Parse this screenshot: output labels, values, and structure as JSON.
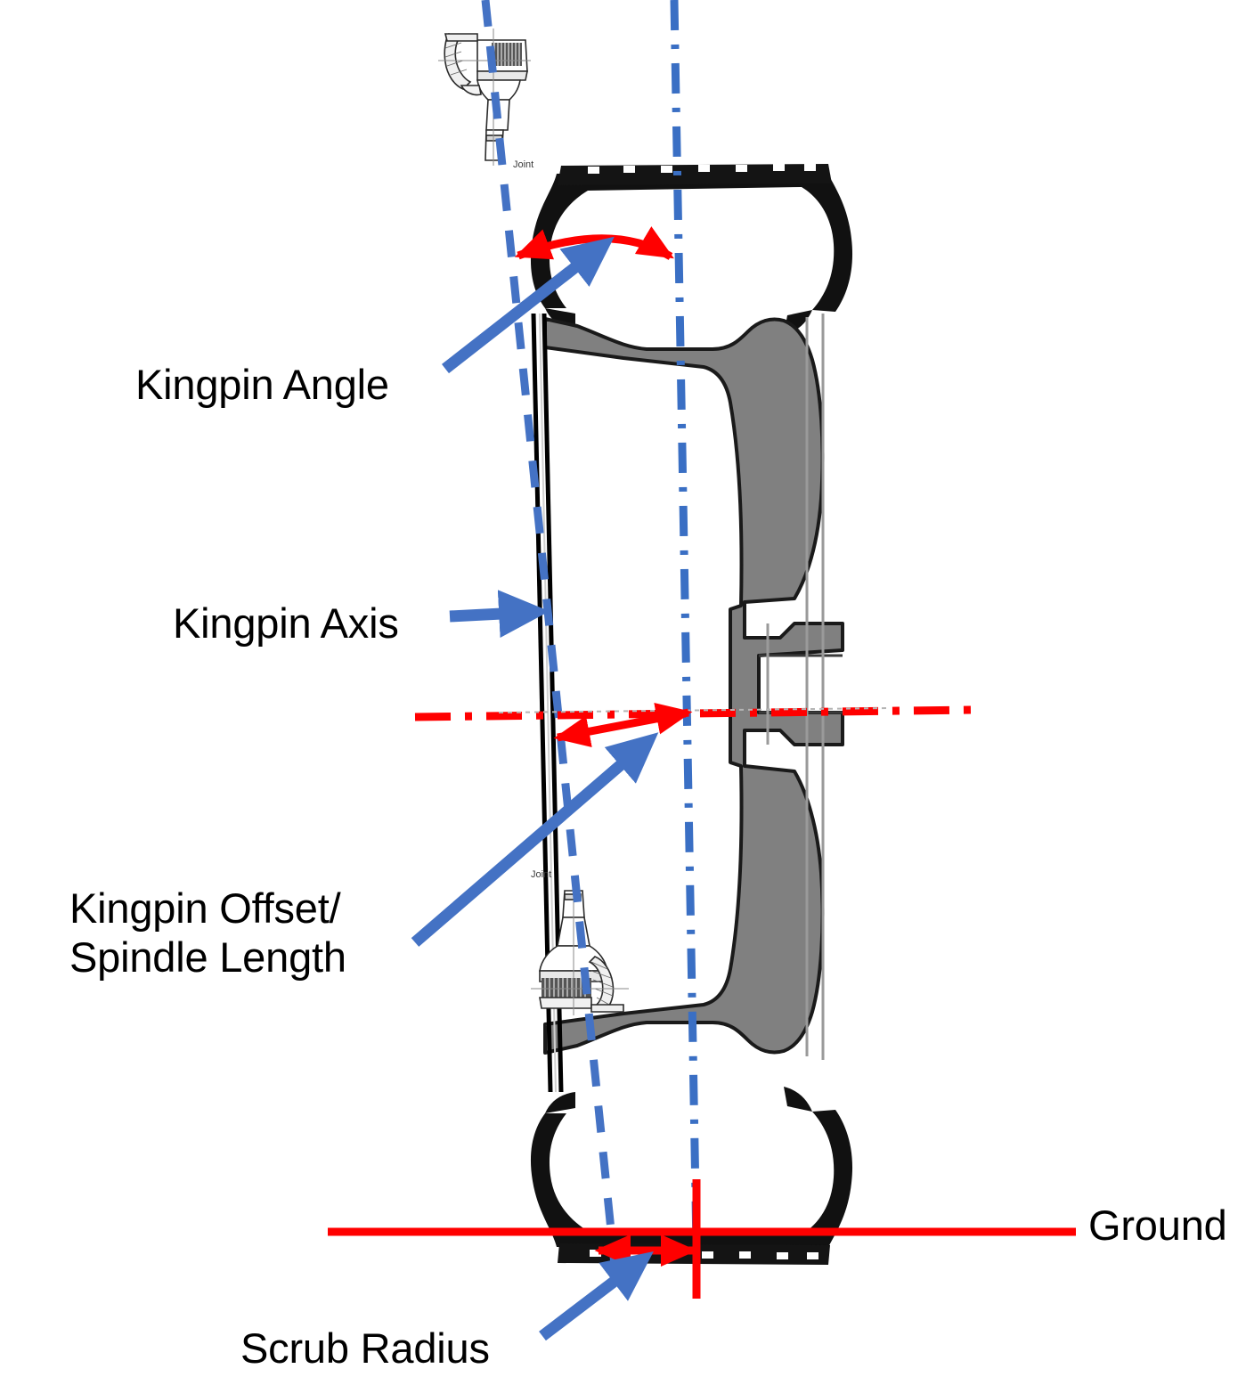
{
  "diagram": {
    "title": "Kingpin / Steering Axis Geometry Cross-Section",
    "subject": "wheel-and-tire-cross-section",
    "background_color": "#FFFFFF"
  },
  "labels": {
    "kingpin_angle": "Kingpin Angle",
    "kingpin_axis": "Kingpin Axis",
    "kingpin_offset_line1": "Kingpin Offset/",
    "kingpin_offset_line2": "Spindle Length",
    "scrub_radius": "Scrub Radius",
    "ground": "Ground"
  },
  "colors": {
    "callout_blue": "#4472C4",
    "measure_red": "#FF0000",
    "centerline_blue": "#3A6FC4",
    "rim_gray": "#808080",
    "tire_black": "#000000",
    "text_black": "#000000"
  },
  "annotations": [
    {
      "name": "kingpin-angle",
      "label": "Kingpin Angle",
      "measure_type": "angle-arc",
      "measure_color": "#FF0000",
      "between": [
        "kingpin-axis",
        "wheel-centerline"
      ],
      "leader_color": "#4472C4"
    },
    {
      "name": "kingpin-axis",
      "label": "Kingpin Axis",
      "measure_type": "dashed-line",
      "measure_color": "#4472C4",
      "leader_color": "#4472C4"
    },
    {
      "name": "kingpin-offset",
      "label": "Kingpin Offset/ Spindle Length",
      "measure_type": "double-arrow-horizontal",
      "measure_color": "#FF0000",
      "between": [
        "kingpin-axis",
        "wheel-centerline"
      ],
      "leader_color": "#4472C4"
    },
    {
      "name": "scrub-radius",
      "label": "Scrub Radius",
      "measure_type": "double-arrow-horizontal",
      "measure_color": "#FF0000",
      "between": [
        "kingpin-axis-ground-intercept",
        "wheel-centerline-ground-intercept"
      ],
      "leader_color": "#4472C4"
    },
    {
      "name": "ground",
      "label": "Ground",
      "measure_type": "solid-line-horizontal",
      "measure_color": "#FF0000"
    }
  ],
  "reference_lines": {
    "kingpin_axis": {
      "style": "dashed",
      "color": "#4472C4",
      "orientation": "tilted-vertical"
    },
    "wheel_centerline": {
      "style": "dash-dot",
      "color": "#3A6FC4",
      "orientation": "near-vertical"
    },
    "spindle_axis": {
      "style": "dash-dot",
      "color": "#FF0000",
      "orientation": "horizontal"
    },
    "ground_line": {
      "style": "solid",
      "color": "#FF0000",
      "orientation": "horizontal"
    },
    "ground_centerline_tick": {
      "style": "solid",
      "color": "#FF0000",
      "orientation": "vertical"
    }
  },
  "components": [
    {
      "name": "upper-ball-joint",
      "kind": "technical-line-drawing",
      "position": "top-left"
    },
    {
      "name": "lower-ball-joint",
      "kind": "technical-line-drawing",
      "position": "mid-lower-left"
    },
    {
      "name": "tire-cross-section",
      "kind": "filled-silhouette",
      "color": "#000000"
    },
    {
      "name": "wheel-rim-cross-section",
      "kind": "filled-silhouette",
      "color": "#808080"
    }
  ]
}
